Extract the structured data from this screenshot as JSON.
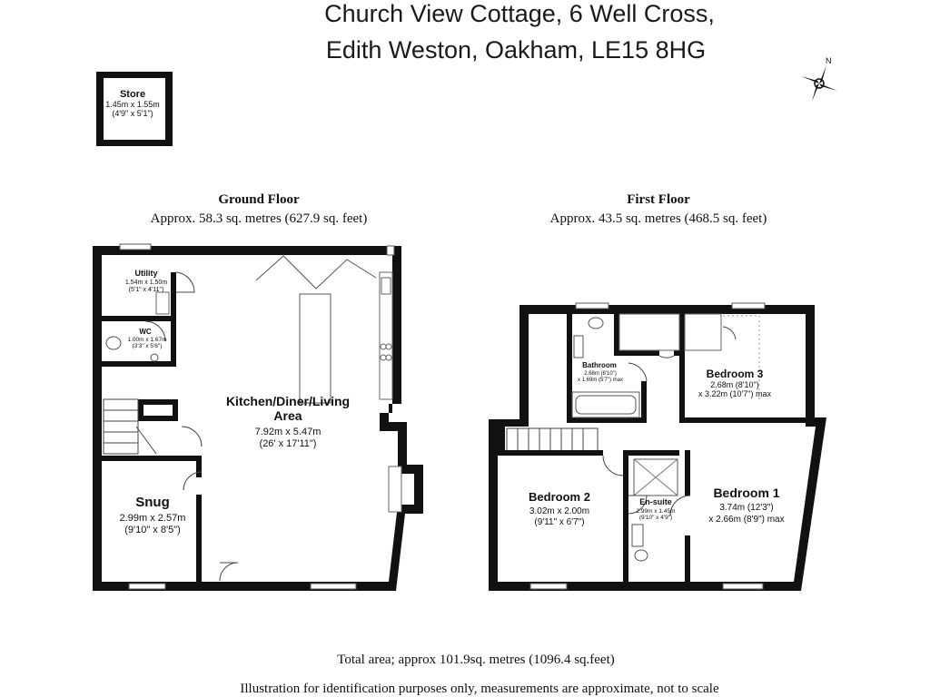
{
  "title": {
    "line1": "Church View Cottage, 6 Well Cross,",
    "line2": "Edith Weston, Oakham, LE15 8HG"
  },
  "store": {
    "name": "Store",
    "dim_m": "1.45m x 1.55m",
    "dim_ft": "(4'9\" x 5'1\")"
  },
  "compass": {
    "north_label": "N"
  },
  "ground_floor": {
    "label": "Ground Floor",
    "area": "Approx. 58.3 sq. metres (627.9 sq. feet)",
    "rooms": {
      "utility": {
        "name": "Utility",
        "dim_m": "1.54m x 1.50m",
        "dim_ft": "(5'1\" x 4'11\")"
      },
      "wc": {
        "name": "WC",
        "dim_m": "1.00m x 1.67m",
        "dim_ft": "(3'3\" x 5'6\")"
      },
      "kitchen": {
        "name1": "Kitchen/Diner/Living",
        "name2": "Area",
        "dim_m": "7.92m x 5.47m",
        "dim_ft": "(26' x 17'11\")"
      },
      "snug": {
        "name": "Snug",
        "dim_m": "2.99m x 2.57m",
        "dim_ft": "(9'10\" x 8'5\")"
      }
    }
  },
  "first_floor": {
    "label": "First Floor",
    "area": "Approx. 43.5 sq. metres (468.5 sq. feet)",
    "rooms": {
      "bathroom": {
        "name": "Bathroom",
        "dim_m": "2.68m (8'10\")",
        "dim_ft": "x 1.69m (5'7\") max"
      },
      "bedroom3": {
        "name": "Bedroom 3",
        "dim_m": "2.68m (8'10\")",
        "dim_ft": "x 3.22m (10'7\") max"
      },
      "bedroom2": {
        "name": "Bedroom 2",
        "dim_m": "3.02m x 2.00m",
        "dim_ft": "(9'11\" x 6'7\")"
      },
      "ensuite": {
        "name": "En-suite",
        "dim_m": "2.99m x 1.45m",
        "dim_ft": "(9'10\" x 4'9\")"
      },
      "bedroom1": {
        "name": "Bedroom 1",
        "dim_m": "3.74m (12'3\")",
        "dim_ft": "x 2.66m (8'9\") max"
      }
    }
  },
  "footer": {
    "total_area": "Total area; approx 101.9sq. metres (1096.4 sq.feet)",
    "disclaimer": "Illustration for identification purposes only, measurements are approximate, not to scale"
  }
}
